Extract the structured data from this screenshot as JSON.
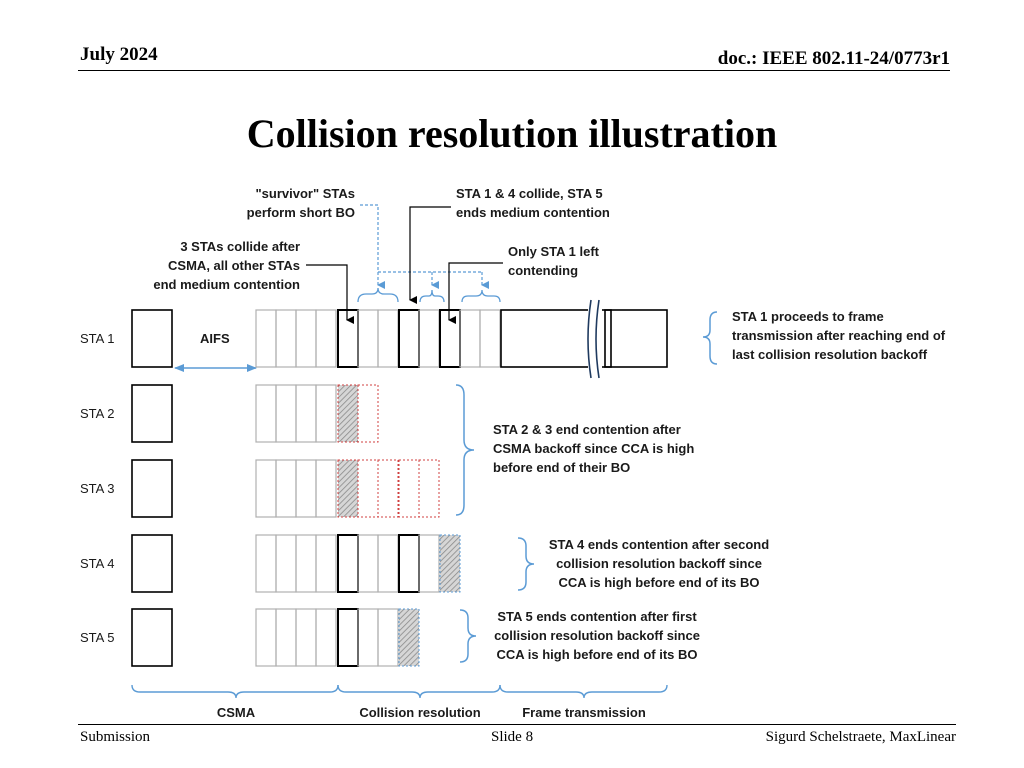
{
  "header": {
    "date": "July 2024",
    "doc": "doc.: IEEE 802.11-24/0773r1"
  },
  "slide": {
    "title": "Collision resolution illustration"
  },
  "footer": {
    "left": "Submission",
    "center": "Slide 8",
    "right": "Sigurd Schelstraete, MaxLinear"
  },
  "diagram": {
    "stations": [
      "STA 1",
      "STA 2",
      "STA 3",
      "STA 4",
      "STA 5"
    ],
    "aifs": "AIFS",
    "ann_survivor": [
      "\"survivor\" STAs",
      "perform short BO"
    ],
    "ann_collide": [
      "STA 1 & 4 collide, STA 5",
      "ends medium contention"
    ],
    "ann_three": [
      "3 STAs collide after",
      "CSMA, all other STAs",
      "end medium contention"
    ],
    "ann_only": [
      "Only STA 1 left",
      "contending"
    ],
    "ann_sta1": [
      "STA 1 proceeds to frame",
      "transmission after reaching end of",
      "last collision resolution backoff"
    ],
    "ann_sta23": [
      "STA 2 & 3 end contention after",
      "CSMA backoff since CCA is high",
      "before end of their BO"
    ],
    "ann_sta4": [
      "STA 4 ends contention after second",
      "collision resolution backoff  since",
      "CCA is high before end of its BO"
    ],
    "ann_sta5": [
      "STA 5 ends contention after first",
      "collision resolution backoff since",
      "CCA is high before end of its BO"
    ],
    "phases": [
      "CSMA",
      "Collision resolution",
      "Frame transmission"
    ]
  }
}
